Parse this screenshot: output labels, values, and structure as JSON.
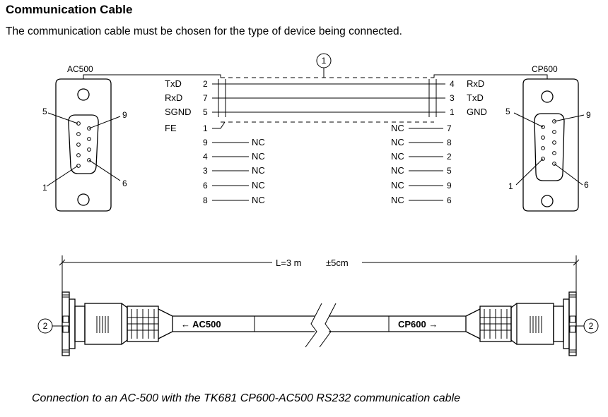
{
  "title": "Communication Cable",
  "intro": "The communication cable must be chosen for the type of device being connected.",
  "caption": "Connection to an AC-500 with the TK681 CP600-AC500 RS232 communication cable",
  "callouts": {
    "one": "1",
    "two": "2"
  },
  "left_connector": {
    "name": "AC500",
    "pin_labels": {
      "top_left": "5",
      "top_right": "9",
      "bottom_left": "1",
      "bottom_right": "6"
    }
  },
  "right_connector": {
    "name": "CP600",
    "pin_labels": {
      "top_left": "5",
      "top_right": "9",
      "bottom_left": "1",
      "bottom_right": "6"
    }
  },
  "wiring": {
    "left_signals": [
      "TxD",
      "RxD",
      "SGND",
      "FE"
    ],
    "left_pins": [
      "2",
      "7",
      "5",
      "1"
    ],
    "right_signals": [
      "RxD",
      "TxD",
      "GND"
    ],
    "right_pins": [
      "4",
      "3",
      "1"
    ],
    "right_pin_fe": "7",
    "left_nc_pins": [
      "9",
      "4",
      "3",
      "6",
      "8"
    ],
    "right_nc_pins": [
      "8",
      "2",
      "5",
      "9",
      "6"
    ],
    "nc_label": "NC"
  },
  "cable": {
    "length_label": "L=3 m",
    "tolerance_label": "±5cm",
    "left_tag": "← AC500",
    "right_tag": "CP600 →"
  }
}
